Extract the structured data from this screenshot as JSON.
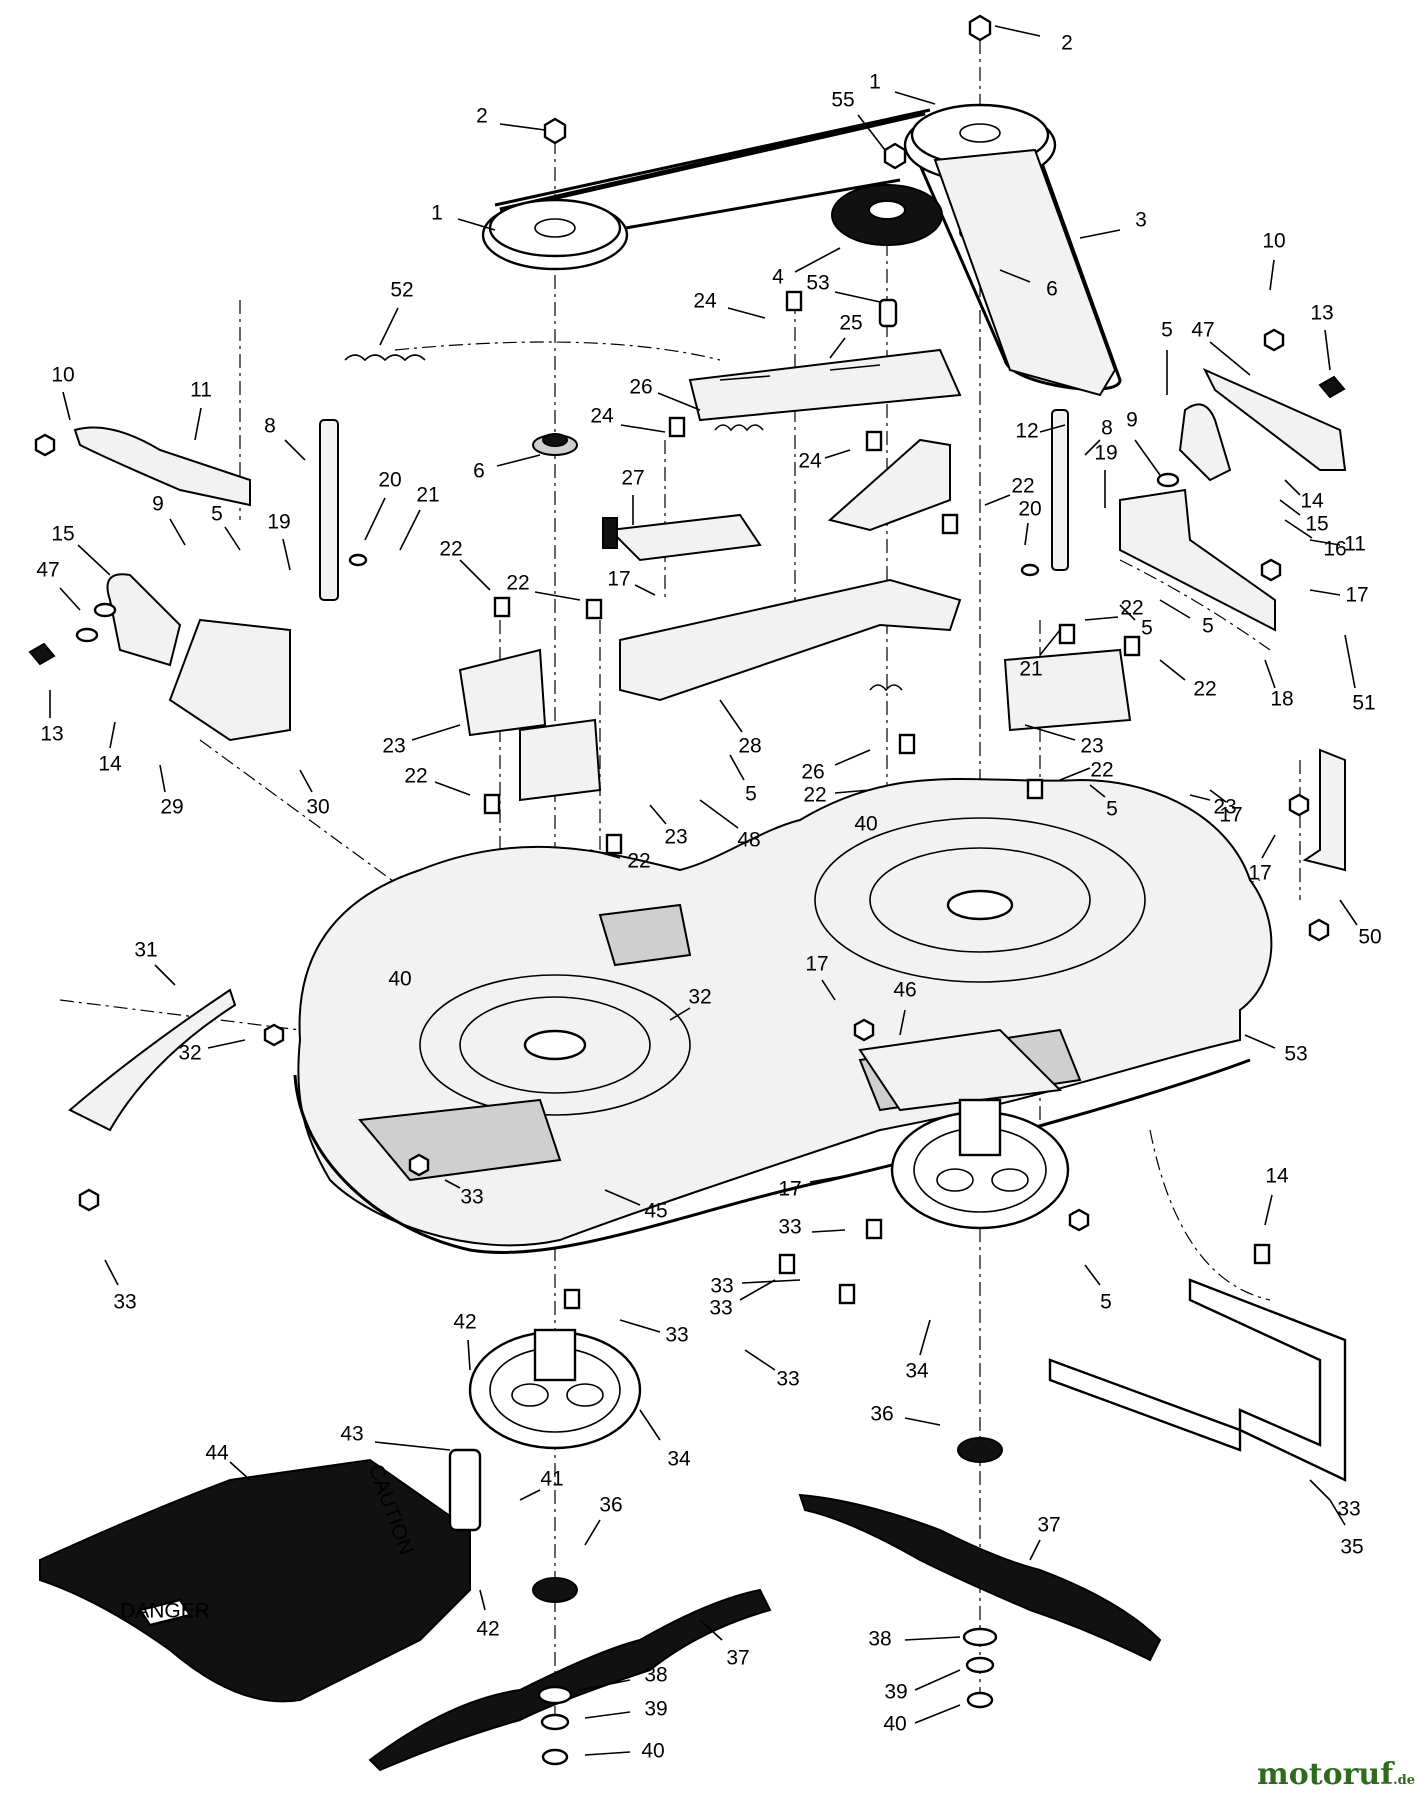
{
  "watermark": {
    "brand": "motoruf",
    "tld": ".de"
  },
  "deck_labels": {
    "caution": "CAUTION",
    "danger": "DANGER",
    "size_a": "40",
    "size_b": "40"
  },
  "callouts": [
    {
      "label": "2"
    },
    {
      "label": "1"
    },
    {
      "label": "55"
    },
    {
      "label": "2"
    },
    {
      "label": "1"
    },
    {
      "label": "3"
    },
    {
      "label": "4"
    },
    {
      "label": "53"
    },
    {
      "label": "6"
    },
    {
      "label": "10"
    },
    {
      "label": "13"
    },
    {
      "label": "24"
    },
    {
      "label": "25"
    },
    {
      "label": "52"
    },
    {
      "label": "26"
    },
    {
      "label": "5"
    },
    {
      "label": "47"
    },
    {
      "label": "10"
    },
    {
      "label": "11"
    },
    {
      "label": "8"
    },
    {
      "label": "24"
    },
    {
      "label": "12"
    },
    {
      "label": "8"
    },
    {
      "label": "9"
    },
    {
      "label": "19"
    },
    {
      "label": "14"
    },
    {
      "label": "6"
    },
    {
      "label": "24"
    },
    {
      "label": "15"
    },
    {
      "label": "20"
    },
    {
      "label": "21"
    },
    {
      "label": "9"
    },
    {
      "label": "5"
    },
    {
      "label": "27"
    },
    {
      "label": "22"
    },
    {
      "label": "20"
    },
    {
      "label": "16"
    },
    {
      "label": "11"
    },
    {
      "label": "15"
    },
    {
      "label": "19"
    },
    {
      "label": "22"
    },
    {
      "label": "22"
    },
    {
      "label": "17"
    },
    {
      "label": "17"
    },
    {
      "label": "47"
    },
    {
      "label": "5"
    },
    {
      "label": "22"
    },
    {
      "label": "5"
    },
    {
      "label": "21"
    },
    {
      "label": "22"
    },
    {
      "label": "18"
    },
    {
      "label": "51"
    },
    {
      "label": "13"
    },
    {
      "label": "14"
    },
    {
      "label": "23"
    },
    {
      "label": "28"
    },
    {
      "label": "23"
    },
    {
      "label": "5"
    },
    {
      "label": "17"
    },
    {
      "label": "29"
    },
    {
      "label": "30"
    },
    {
      "label": "26"
    },
    {
      "label": "22"
    },
    {
      "label": "22"
    },
    {
      "label": "5"
    },
    {
      "label": "23"
    },
    {
      "label": "22"
    },
    {
      "label": "23"
    },
    {
      "label": "48"
    },
    {
      "label": "22"
    },
    {
      "label": "17"
    },
    {
      "label": "50"
    },
    {
      "label": "31"
    },
    {
      "label": "17"
    },
    {
      "label": "32"
    },
    {
      "label": "46"
    },
    {
      "label": "33"
    },
    {
      "label": "32"
    },
    {
      "label": "53"
    },
    {
      "label": "33"
    },
    {
      "label": "45"
    },
    {
      "label": "17"
    },
    {
      "label": "14"
    },
    {
      "label": "33"
    },
    {
      "label": "33"
    },
    {
      "label": "33"
    },
    {
      "label": "5"
    },
    {
      "label": "33"
    },
    {
      "label": "42"
    },
    {
      "label": "33"
    },
    {
      "label": "34"
    },
    {
      "label": "33"
    },
    {
      "label": "43"
    },
    {
      "label": "44"
    },
    {
      "label": "36"
    },
    {
      "label": "34"
    },
    {
      "label": "41"
    },
    {
      "label": "35"
    },
    {
      "label": "36"
    },
    {
      "label": "37"
    },
    {
      "label": "42"
    },
    {
      "label": "37"
    },
    {
      "label": "38"
    },
    {
      "label": "38"
    },
    {
      "label": "39"
    },
    {
      "label": "39"
    },
    {
      "label": "40"
    },
    {
      "label": "40"
    }
  ]
}
